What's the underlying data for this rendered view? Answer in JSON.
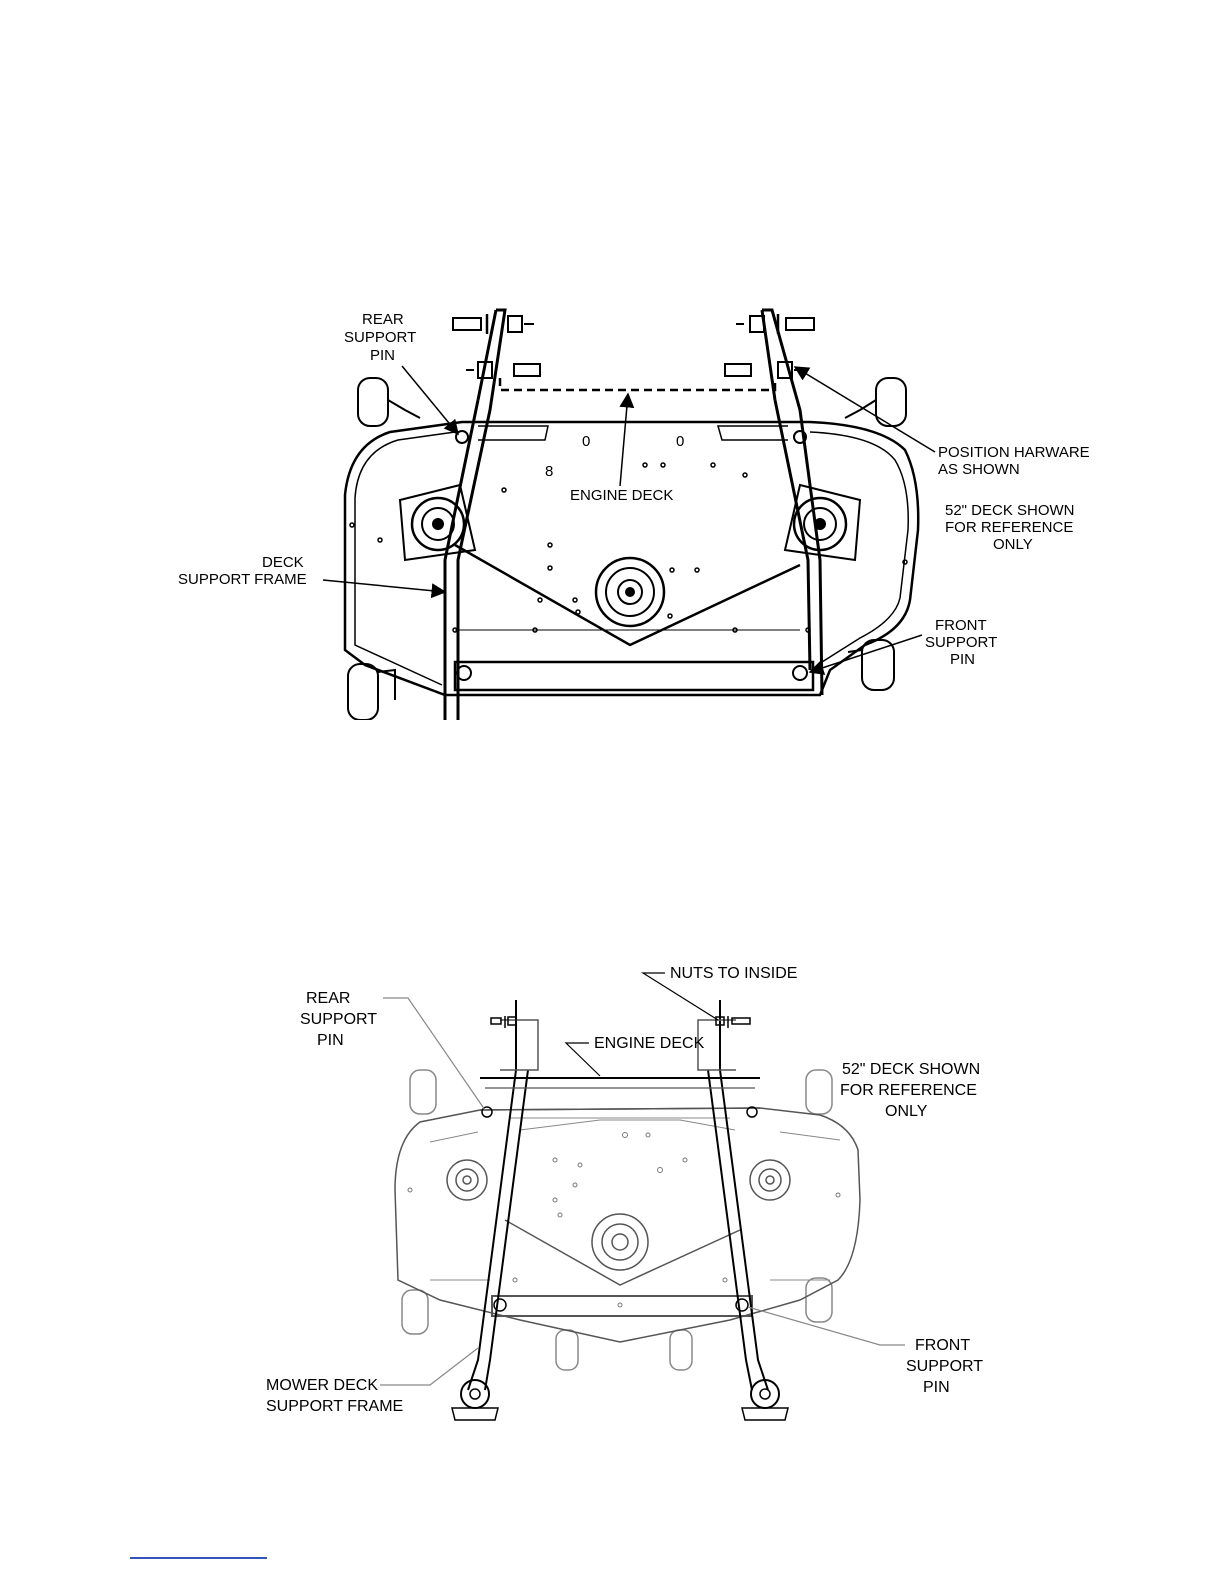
{
  "figure1": {
    "labels": {
      "rear_support_pin": [
        "REAR",
        "SUPPORT",
        "PIN"
      ],
      "deck_support_frame": [
        "DECK",
        "SUPPORT FRAME"
      ],
      "engine_deck": "ENGINE DECK",
      "position_hardware": [
        "POSITION HARWARE",
        "AS SHOWN"
      ],
      "deck_reference": [
        "52\" DECK SHOWN",
        "FOR REFERENCE",
        "ONLY"
      ],
      "front_support_pin": [
        "FRONT",
        "SUPPORT",
        "PIN"
      ],
      "hole_marks": [
        "0",
        "0",
        "8"
      ]
    }
  },
  "figure2": {
    "labels": {
      "rear_support_pin": [
        "REAR",
        "SUPPORT",
        "PIN"
      ],
      "nuts_to_inside": "NUTS TO INSIDE",
      "engine_deck": "ENGINE DECK",
      "deck_reference": [
        "52\" DECK SHOWN",
        "FOR REFERENCE",
        "ONLY"
      ],
      "front_support_pin": [
        "FRONT",
        "SUPPORT",
        "PIN"
      ],
      "mower_deck_support_frame": [
        "MOWER DECK",
        "SUPPORT FRAME"
      ]
    }
  },
  "colors": {
    "ink": "#000000",
    "footer_rule": "#3355bb"
  }
}
